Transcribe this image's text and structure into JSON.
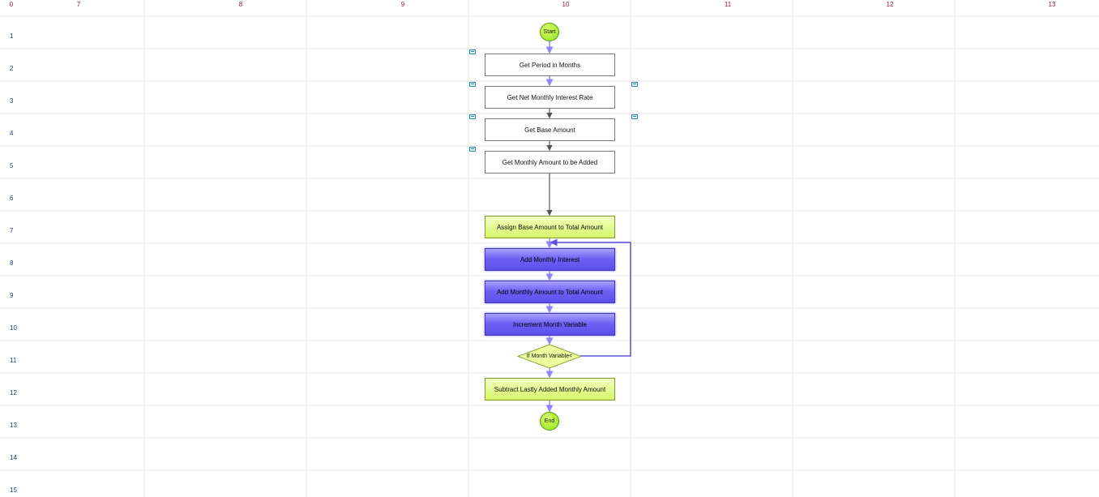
{
  "grid": {
    "col_labels": [
      "0",
      "7",
      "8",
      "9",
      "10",
      "11",
      "12",
      "13"
    ],
    "row_labels": [
      "1",
      "2",
      "3",
      "4",
      "5",
      "6",
      "7",
      "8",
      "9",
      "10",
      "11",
      "12",
      "13",
      "14",
      "15"
    ]
  },
  "flow": {
    "start": "Start",
    "steps": [
      "Get Period in Months",
      "Get Net Monthly Interest Rate",
      "Get Base Amount",
      "Get Monthly Amount to be Added",
      "Assign Base Amount to Total Amount",
      "Add Monthly Interest",
      "Add Monthly Amount to Total Amount",
      "Increment Month Variable"
    ],
    "decision": "If Month Variable<",
    "final_step": "Subtract Lastly Added Monthly Amount",
    "end": "End"
  },
  "colors": {
    "grid_line": "#e6e6e6",
    "arrow_light": "#8f86ff",
    "arrow_dark": "#555555",
    "loop_line": "#5a4fe0"
  }
}
